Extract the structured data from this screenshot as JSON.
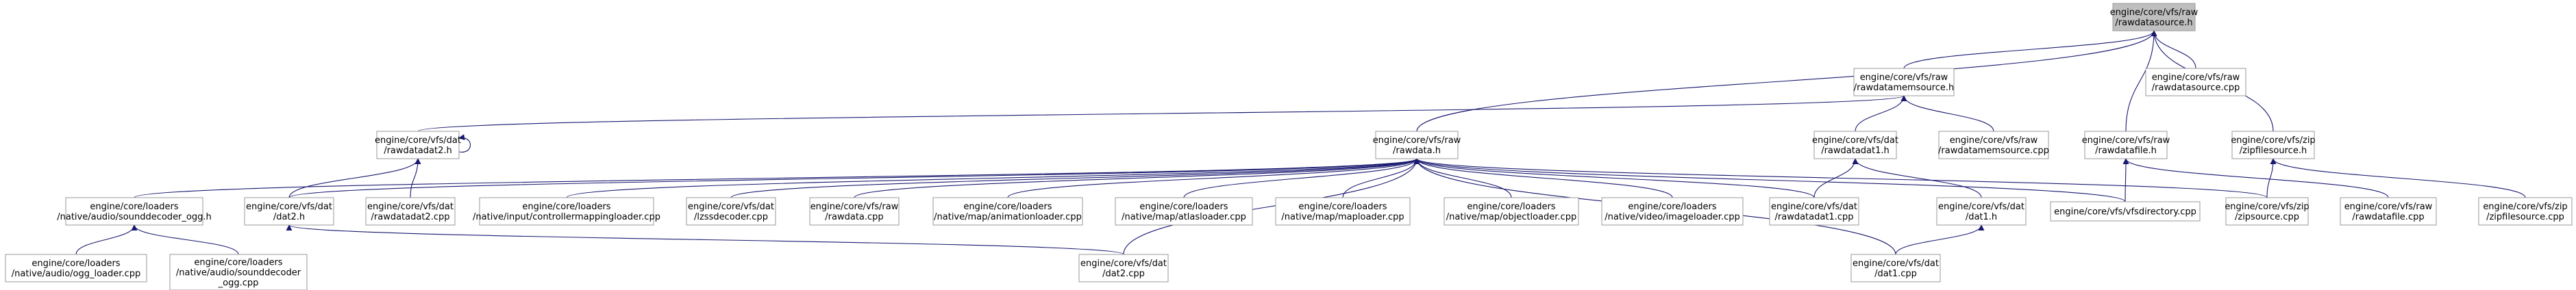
{
  "colors": {
    "edge": "#191970",
    "node_fill": "#ffffff",
    "node_border": "#999999",
    "focus_fill": "#bfbfbf",
    "focus_border": "#666666"
  },
  "nodes": {
    "rawdatasource_h": [
      "engine/core/vfs/raw",
      "/rawdatasource.h"
    ],
    "rawdatamemsource_h": [
      "engine/core/vfs/raw",
      "/rawdatamemsource.h"
    ],
    "rawdatasource_cpp": [
      "engine/core/vfs/raw",
      "/rawdatasource.cpp"
    ],
    "rawdatadat2_h": [
      "engine/core/vfs/dat",
      "/rawdatadat2.h"
    ],
    "rawdata_h": [
      "engine/core/vfs/raw",
      "/rawdata.h"
    ],
    "rawdatadat1_h": [
      "engine/core/vfs/dat",
      "/rawdatadat1.h"
    ],
    "rawdatamemsource_cpp": [
      "engine/core/vfs/raw",
      "/rawdatamemsource.cpp"
    ],
    "rawdatafile_h": [
      "engine/core/vfs/raw",
      "/rawdatafile.h"
    ],
    "zipfilesource_h": [
      "engine/core/vfs/zip",
      "/zipfilesource.h"
    ],
    "sounddecoder_ogg_h": [
      "engine/core/loaders",
      "/native/audio/sounddecoder_ogg.h"
    ],
    "dat2_h": [
      "engine/core/vfs/dat",
      "/dat2.h"
    ],
    "rawdatadat2_cpp": [
      "engine/core/vfs/dat",
      "/rawdatadat2.cpp"
    ],
    "controllermappingloader_cpp": [
      "engine/core/loaders",
      "/native/input/controllermappingloader.cpp"
    ],
    "lzssdecoder_cpp": [
      "engine/core/vfs/dat",
      "/lzssdecoder.cpp"
    ],
    "rawdata_cpp": [
      "engine/core/vfs/raw",
      "/rawdata.cpp"
    ],
    "animationloader_cpp": [
      "engine/core/loaders",
      "/native/map/animationloader.cpp"
    ],
    "atlasloader_cpp": [
      "engine/core/loaders",
      "/native/map/atlasloader.cpp"
    ],
    "maploader_cpp": [
      "engine/core/loaders",
      "/native/map/maploader.cpp"
    ],
    "objectloader_cpp": [
      "engine/core/loaders",
      "/native/map/objectloader.cpp"
    ],
    "imageloader_cpp": [
      "engine/core/loaders",
      "/native/video/imageloader.cpp"
    ],
    "rawdatadat1_cpp": [
      "engine/core/vfs/dat",
      "/rawdatadat1.cpp"
    ],
    "dat1_h": [
      "engine/core/vfs/dat",
      "/dat1.h"
    ],
    "vfsdirectory_cpp": [
      "engine/core/vfs/vfsdirectory.cpp"
    ],
    "zipsource_cpp": [
      "engine/core/vfs/zip",
      "/zipsource.cpp"
    ],
    "rawdatafile_cpp": [
      "engine/core/vfs/raw",
      "/rawdatafile.cpp"
    ],
    "zipfilesource_cpp": [
      "engine/core/vfs/zip",
      "/zipfilesource.cpp"
    ],
    "ogg_loader_cpp": [
      "engine/core/loaders",
      "/native/audio/ogg_loader.cpp"
    ],
    "sounddecoder_ogg_cpp": [
      "engine/core/loaders",
      "/native/audio/sounddecoder",
      "_ogg.cpp"
    ],
    "dat2_cpp": [
      "engine/core/vfs/dat",
      "/dat2.cpp"
    ],
    "dat1_cpp": [
      "engine/core/vfs/dat",
      "/dat1.cpp"
    ]
  },
  "edges": [
    [
      "rawdatamemsource_h",
      "rawdatasource_h"
    ],
    [
      "rawdatasource_cpp",
      "rawdatasource_h"
    ],
    [
      "rawdata_h",
      "rawdatasource_h"
    ],
    [
      "rawdatafile_h",
      "rawdatasource_h"
    ],
    [
      "zipfilesource_h",
      "rawdatasource_h"
    ],
    [
      "rawdatadat2_h",
      "rawdatamemsource_h"
    ],
    [
      "rawdatadat1_h",
      "rawdatamemsource_h"
    ],
    [
      "rawdatamemsource_cpp",
      "rawdatamemsource_h"
    ],
    [
      "rawdatadat2_h",
      "rawdatadat2_h"
    ],
    [
      "dat2_h",
      "rawdatadat2_h"
    ],
    [
      "rawdatadat2_cpp",
      "rawdatadat2_h"
    ],
    [
      "sounddecoder_ogg_h",
      "rawdata_h"
    ],
    [
      "dat2_h",
      "rawdata_h"
    ],
    [
      "controllermappingloader_cpp",
      "rawdata_h"
    ],
    [
      "lzssdecoder_cpp",
      "rawdata_h"
    ],
    [
      "rawdata_cpp",
      "rawdata_h"
    ],
    [
      "animationloader_cpp",
      "rawdata_h"
    ],
    [
      "atlasloader_cpp",
      "rawdata_h"
    ],
    [
      "maploader_cpp",
      "rawdata_h"
    ],
    [
      "objectloader_cpp",
      "rawdata_h"
    ],
    [
      "imageloader_cpp",
      "rawdata_h"
    ],
    [
      "rawdatadat1_cpp",
      "rawdata_h"
    ],
    [
      "vfsdirectory_cpp",
      "rawdata_h"
    ],
    [
      "zipsource_cpp",
      "rawdata_h"
    ],
    [
      "dat1_cpp",
      "rawdata_h"
    ],
    [
      "dat2_cpp",
      "rawdata_h"
    ],
    [
      "rawdatadat1_cpp",
      "rawdatadat1_h"
    ],
    [
      "dat1_h",
      "rawdatadat1_h"
    ],
    [
      "zipsource_cpp",
      "zipfilesource_h"
    ],
    [
      "zipfilesource_cpp",
      "zipfilesource_h"
    ],
    [
      "vfsdirectory_cpp",
      "rawdatafile_h"
    ],
    [
      "rawdatafile_cpp",
      "rawdatafile_h"
    ],
    [
      "ogg_loader_cpp",
      "sounddecoder_ogg_h"
    ],
    [
      "sounddecoder_ogg_cpp",
      "sounddecoder_ogg_h"
    ],
    [
      "dat2_cpp",
      "dat2_h"
    ],
    [
      "dat1_cpp",
      "dat1_h"
    ]
  ]
}
